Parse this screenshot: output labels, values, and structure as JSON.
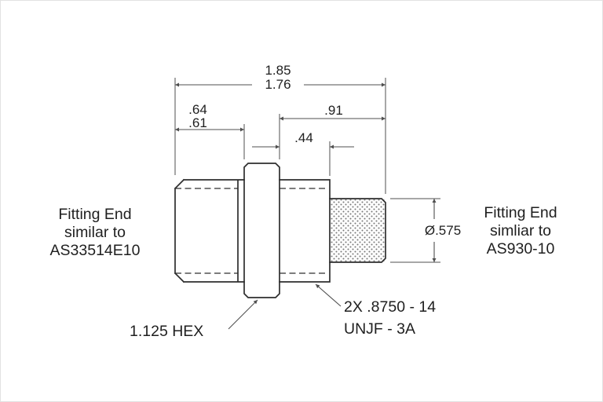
{
  "drawing": {
    "dimensions": {
      "overall_upper": "1.85",
      "overall_lower": "1.76",
      "left_length_upper": ".64",
      "left_length_lower": ".61",
      "right_length": ".91",
      "thread_length": ".44",
      "end_diameter": "Ø.575"
    },
    "notes": {
      "left_fitting": [
        "Fitting End",
        "similar to",
        "AS33514E10"
      ],
      "right_fitting": [
        "Fitting End",
        "simliar to",
        "AS930-10"
      ],
      "hex_size": "1.125 HEX",
      "thread_note_line1": "2X .8750 - 14",
      "thread_note_line2": "UNJF - 3A"
    },
    "colors": {
      "background": "#ffffff",
      "part_line": "#2e2e2e",
      "dimension_line": "#4f4f4f",
      "text": "#1f1f1f"
    }
  }
}
